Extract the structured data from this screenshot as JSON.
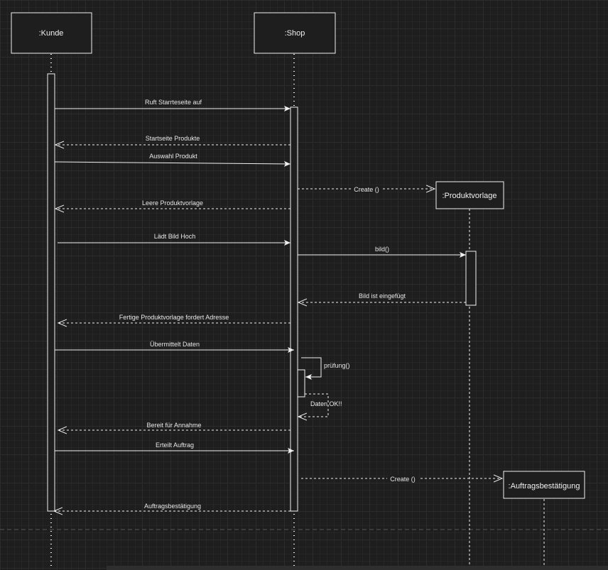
{
  "participants": {
    "kunde": ":Kunde",
    "shop": ":Shop",
    "produktvorlage": ":Produktvorlage",
    "auftragsbestaetigung": ":Auftragsbestätigung"
  },
  "messages": {
    "m1": "Ruft Starrteseite auf",
    "m2": "Startseite Produkte",
    "m3": "Auswahl Produkt",
    "m4": "Create ()",
    "m5": "Leere Produktvorlage",
    "m6": "Lädt Bild Hoch",
    "m7": "bild()",
    "m8": "Bild ist eingefügt",
    "m9": "Fertige Produktvorlage fordert  Adresse",
    "m10": "Übermittelt Daten",
    "m11": "prüfung()",
    "m12": "Daten OK!!",
    "m13": "Bereit für Annahme",
    "m14": "Erteilt Auftrag",
    "m15": "Create ()",
    "m16": "Auftragsbestätigung"
  },
  "colors": {
    "stroke": "#f0f0f0",
    "box_fill": "#1e1e1e",
    "background": "#1e1e1e"
  }
}
